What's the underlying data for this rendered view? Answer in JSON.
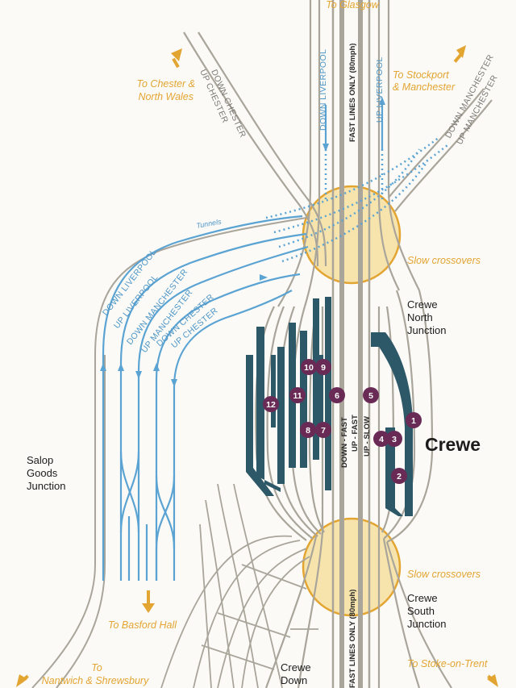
{
  "destinations": {
    "glasgow": "To Glasgow",
    "chester_1": "To Chester &",
    "chester_2": "North Wales",
    "stockport_1": "To Stockport",
    "stockport_2": "& Manchester",
    "basford": "To Basford Hall",
    "nantwich_1": "To",
    "nantwich_2": "Nantwich & Shrewsbury",
    "stoke": "To Stoke-on-Trent"
  },
  "track_labels": {
    "up_chester": "UP CHESTER",
    "down_chester": "DOWN CHESTER",
    "down_liverpool": "DOWN LIVERPOOL",
    "fast_lines_top": "FAST LINES ONLY (80mph)",
    "up_liverpool": "UP LIVERPOOL",
    "down_manchester": "DOWN MANCHESTER",
    "up_manchester": "UP MANCHESTER",
    "fast_lines_bottom": "FAST LINES ONLY (80mph)",
    "down_fast": "DOWN - FAST",
    "up_fast": "UP - FAST",
    "up_slow": "UP - SLOW"
  },
  "blue_labels": {
    "down_liverpool": "DOWN LIVERPOOL",
    "up_liverpool": "UP LIVERPOOL",
    "down_manchester": "DOWN MANCHESTER",
    "up_manchester": "UP MANCHESTER",
    "down_chester": "DOWN CHESTER",
    "up_chester": "UP CHESTER",
    "tunnels": "Tunnels"
  },
  "junctions": {
    "slow_crossovers_top": "Slow crossovers",
    "slow_crossovers_bottom": "Slow crossovers",
    "crewe_north_1": "Crewe",
    "crewe_north_2": "North",
    "crewe_north_3": "Junction",
    "crewe_south_1": "Crewe",
    "crewe_south_2": "South",
    "crewe_south_3": "Junction",
    "salop_1": "Salop",
    "salop_2": "Goods",
    "salop_3": "Junction",
    "crewe_down_1": "Crewe",
    "crewe_down_2": "Down"
  },
  "station_name": "Crewe",
  "platforms": [
    "1",
    "2",
    "3",
    "4",
    "5",
    "6",
    "7",
    "8",
    "9",
    "10",
    "11",
    "12"
  ],
  "colors": {
    "track": "#a9a59a",
    "blue": "#5aa3d2",
    "orange": "#e3a532",
    "platform": "#2d5868",
    "badge": "#6a2a56",
    "circle_fill": "#f6dfa0"
  }
}
